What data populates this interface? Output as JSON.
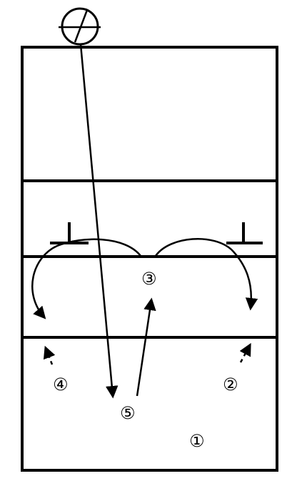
{
  "diagram": {
    "ink_color": "#000000",
    "background_color": "#ffffff",
    "players": [
      {
        "id": "player-1",
        "label": "①"
      },
      {
        "id": "player-2",
        "label": "②"
      },
      {
        "id": "player-3",
        "label": "③"
      },
      {
        "id": "player-4",
        "label": "④"
      },
      {
        "id": "player-5",
        "label": "⑤"
      }
    ],
    "symbols": {
      "server": "crossed-circle-icon",
      "blockers": "block-t-icon"
    }
  }
}
